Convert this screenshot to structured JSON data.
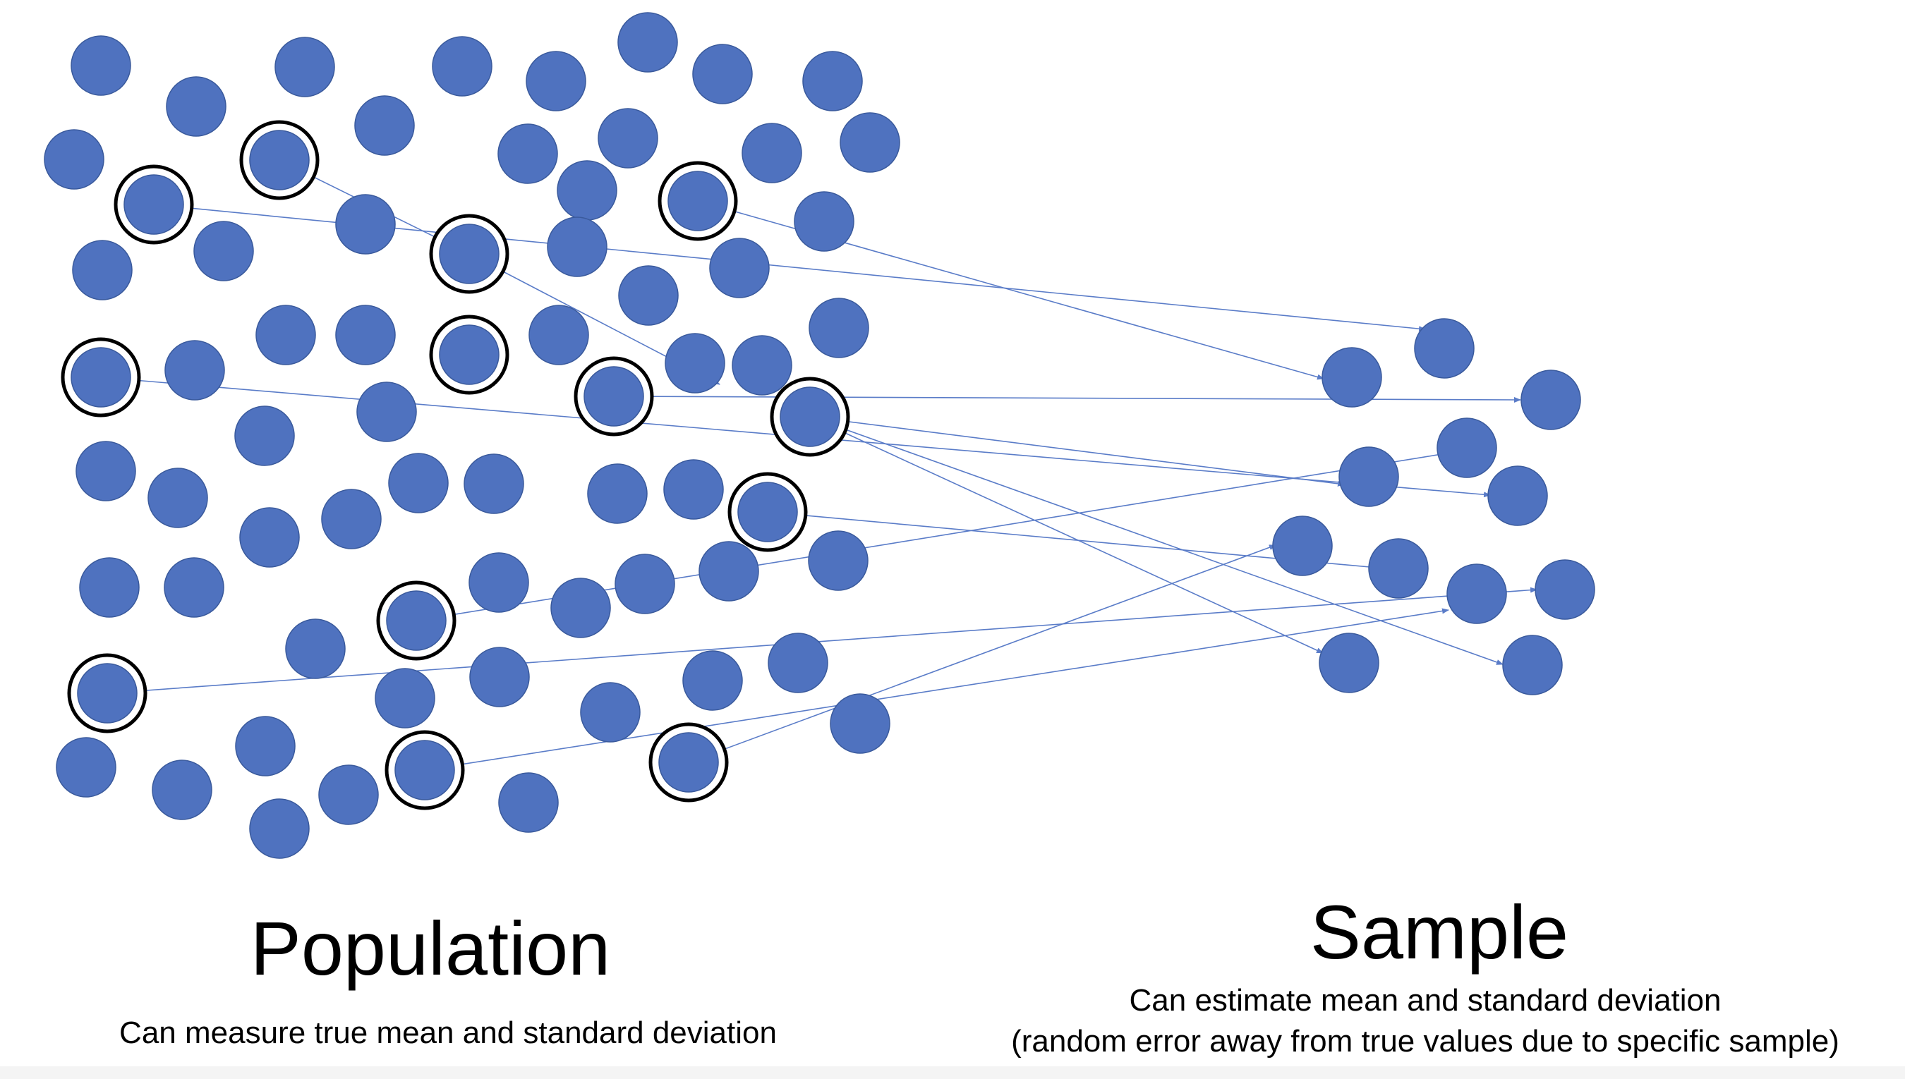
{
  "colors": {
    "dot_fill": "#4f72bf",
    "dot_stroke": "#3a5a9c",
    "ring": "#000000",
    "arrow": "#5a7cc8",
    "text": "#000000"
  },
  "population": {
    "title": "Population",
    "subtitle": "Can measure true mean and standard deviation"
  },
  "sample": {
    "title": "Sample",
    "subtitle_line1": "Can estimate mean and standard deviation",
    "subtitle_line2": "(random error away from true values due to specific sample)"
  }
}
